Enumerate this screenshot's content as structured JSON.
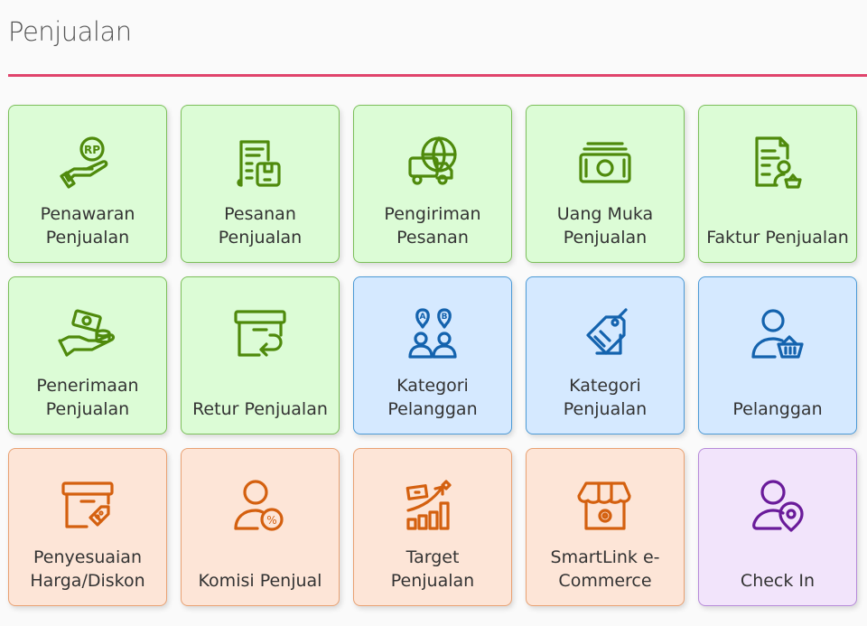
{
  "page": {
    "title": "Penjualan"
  },
  "colors": {
    "accent": "#e0446c",
    "green": "#4f8a0c",
    "blue": "#1463ae",
    "orange": "#d4600f",
    "purple": "#6a1b9a"
  },
  "tiles": [
    {
      "label": "Penawaran\nPenjualan",
      "icon": "hand-money-icon",
      "theme": "green"
    },
    {
      "label": "Pesanan\nPenjualan",
      "icon": "order-document-icon",
      "theme": "green"
    },
    {
      "label": "Pengiriman\nPesanan",
      "icon": "delivery-truck-icon",
      "theme": "green"
    },
    {
      "label": "Uang Muka\nPenjualan",
      "icon": "cash-stack-icon",
      "theme": "green"
    },
    {
      "label": "Faktur Penjualan",
      "icon": "invoice-icon",
      "theme": "green"
    },
    {
      "label": "Penerimaan\nPenjualan",
      "icon": "receive-payment-icon",
      "theme": "green"
    },
    {
      "label": "Retur Penjualan",
      "icon": "return-box-icon",
      "theme": "green"
    },
    {
      "label": "Kategori\nPelanggan",
      "icon": "customer-category-icon",
      "theme": "blue"
    },
    {
      "label": "Kategori\nPenjualan",
      "icon": "tag-icon",
      "theme": "blue"
    },
    {
      "label": "Pelanggan",
      "icon": "customer-basket-icon",
      "theme": "blue"
    },
    {
      "label": "Penyesuaian\nHarga/Diskon",
      "icon": "price-discount-icon",
      "theme": "orange"
    },
    {
      "label": "Komisi Penjual",
      "icon": "commission-icon",
      "theme": "orange"
    },
    {
      "label": "Target\nPenjualan",
      "icon": "sales-target-icon",
      "theme": "orange"
    },
    {
      "label": "SmartLink e-\nCommerce",
      "icon": "store-settings-icon",
      "theme": "orange"
    },
    {
      "label": "Check In",
      "icon": "user-location-icon",
      "theme": "purple"
    }
  ]
}
